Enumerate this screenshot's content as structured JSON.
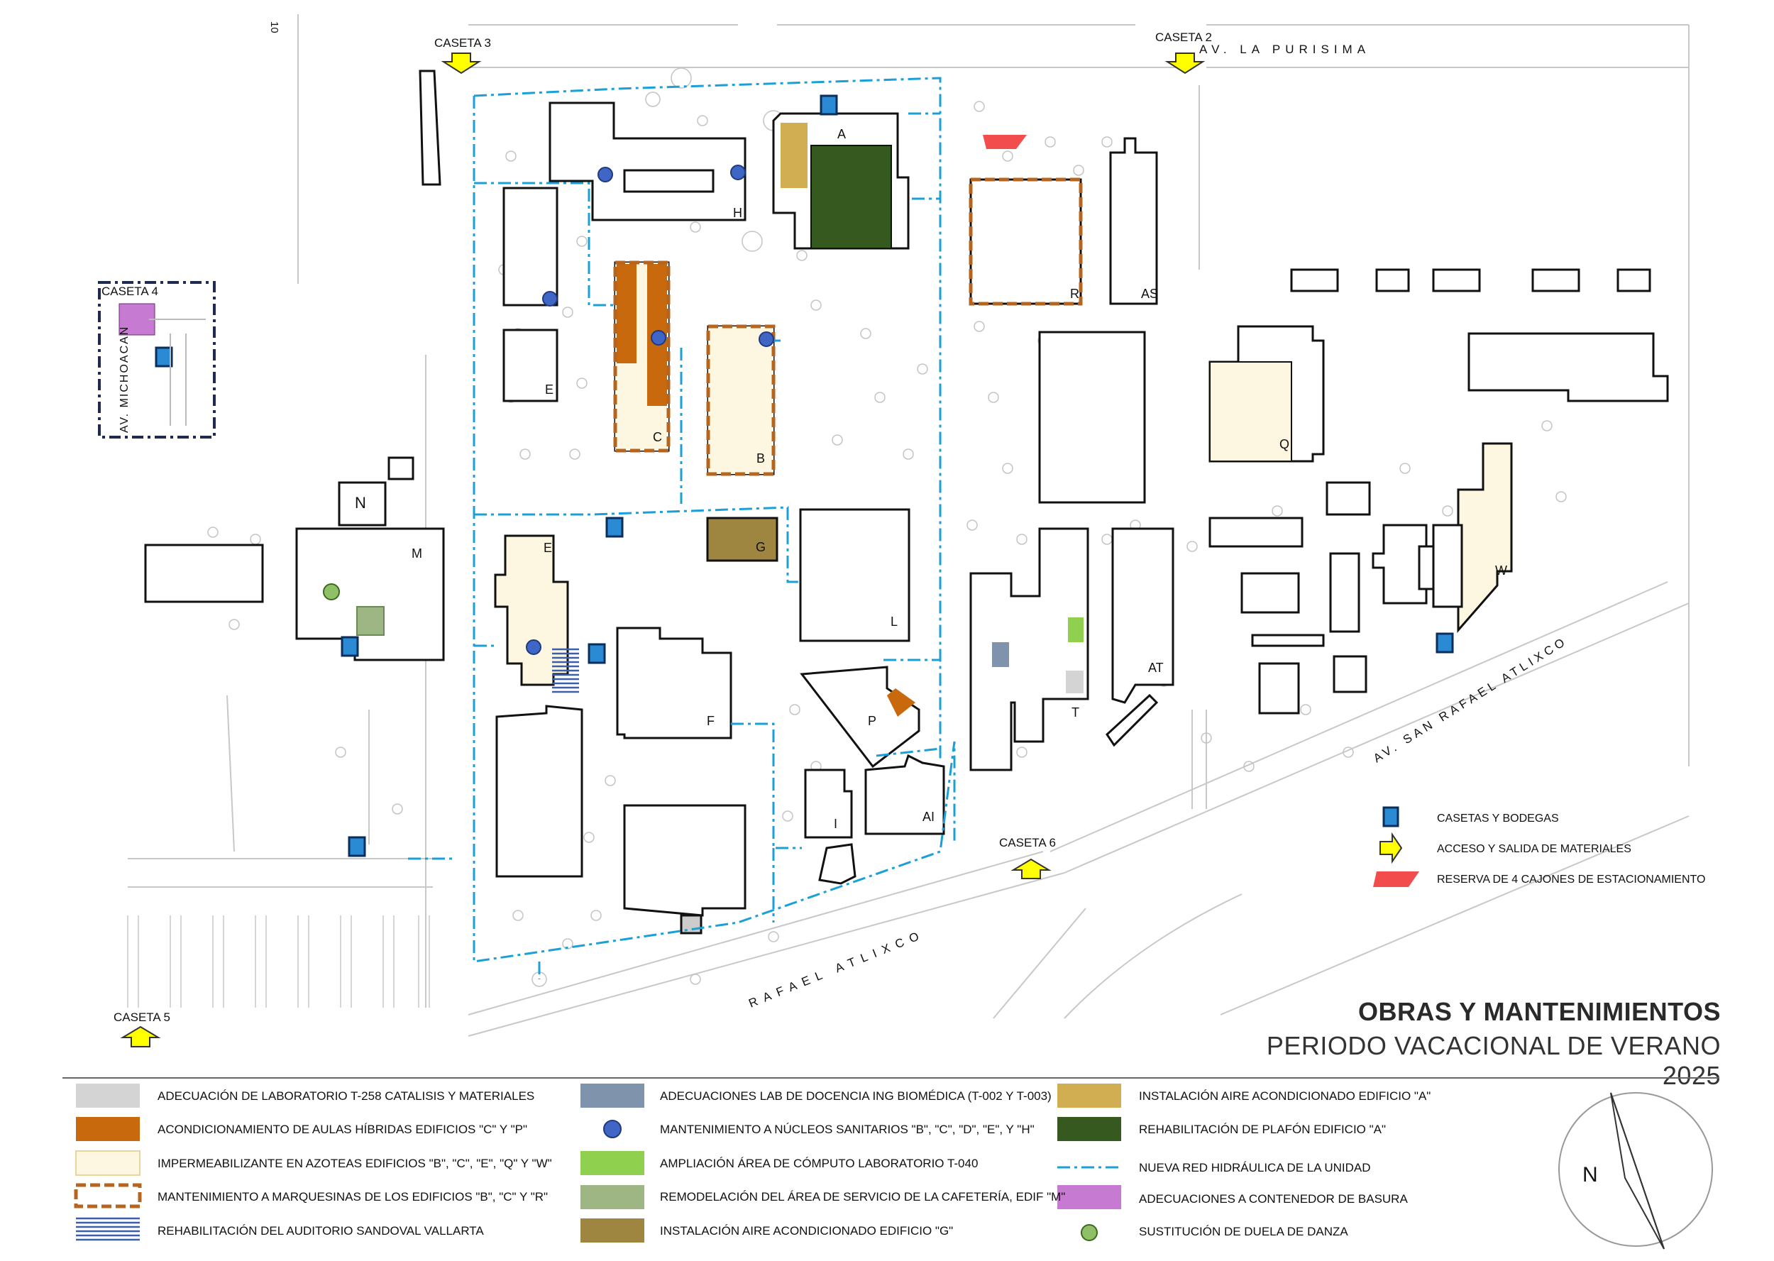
{
  "title": {
    "line1": "OBRAS Y MANTENIMIENTOS",
    "line2": "PERIODO VACACIONAL DE VERANO 2025"
  },
  "colors": {
    "building_outline": "#111111",
    "water_network": "#1aa0d6",
    "lab_t258": "#d4d4d4",
    "hybrid_classrooms": "#c8690e",
    "waterproofing": "#fdf6e0",
    "canopy_maintenance": "#b5651d",
    "auditorium": "#3b5fa8",
    "biomed_lab": "#8093ad",
    "sanitary": "#3f66c4",
    "computing_lab": "#8fd14f",
    "cafeteria": "#9db684",
    "ac_g": "#9e8540",
    "ac_a": "#d0ae51",
    "ceiling_a": "#36591f",
    "garbage": "#c67ad1",
    "dance_floor": "#8fc068",
    "storage": "#2b8ad4",
    "access_arrow": "#ffff00",
    "parking_reserve": "#f24c4c",
    "caseta4_border": "#1f2a4d"
  },
  "streets": {
    "purisima": "AV. LA PURISIMA",
    "san_rafael": "AV. SAN RAFAEL ATLIXCO",
    "rafael_atlixco": "RAFAEL ATLIXCO",
    "michoacan": "AV. MICHOACAN",
    "number_10": "10"
  },
  "casetas": [
    {
      "id": "caseta-3",
      "label": "CASETA 3"
    },
    {
      "id": "caseta-2",
      "label": "CASETA 2"
    },
    {
      "id": "caseta-4",
      "label": "CASETA 4"
    },
    {
      "id": "caseta-5",
      "label": "CASETA 5"
    },
    {
      "id": "caseta-6",
      "label": "CASETA 6"
    }
  ],
  "buildings": {
    "A": "A",
    "H": "H",
    "R": "R",
    "AS": "AS",
    "C": "C",
    "B": "B",
    "E1": "E",
    "E2": "E",
    "Q": "Q",
    "N": "N",
    "M": "M",
    "G": "G",
    "L": "L",
    "W": "W",
    "F": "F",
    "P": "P",
    "T": "T",
    "AT": "AT",
    "I": "I",
    "AI": "AI"
  },
  "map_key": [
    {
      "icon": "storage",
      "label": "CASETAS Y BODEGAS"
    },
    {
      "icon": "access-arrow",
      "label": "ACCESO Y SALIDA DE MATERIALES"
    },
    {
      "icon": "parking-reserve",
      "label": "RESERVA DE  4 CAJONES DE ESTACIONAMIENTO"
    }
  ],
  "north": "N",
  "legend": {
    "col1": [
      {
        "label": "ADECUACIÓN DE LABORATORIO T-258 CATALISIS Y MATERIALES"
      },
      {
        "label": "ACONDICIONAMIENTO DE AULAS HÍBRIDAS EDIFICIOS \"C\" Y \"P\""
      },
      {
        "label": "IMPERMEABILIZANTE EN AZOTEAS EDIFICIOS  \"B\", \"C\", \"E\", \"Q\" Y \"W\""
      },
      {
        "label": "MANTENIMIENTO A MARQUESINAS DE LOS EDIFICIOS  \"B\", \"C\" Y \"R\""
      },
      {
        "label": "REHABILITACIÓN DEL AUDITORIO SANDOVAL VALLARTA"
      }
    ],
    "col2": [
      {
        "label": "ADECUACIONES LAB DE DOCENCIA ING BIOMÉDICA (T-002 Y T-003)"
      },
      {
        "label": "MANTENIMIENTO A NÚCLEOS SANITARIOS \"B\", \"C\", \"D\", \"E\", Y \"H\""
      },
      {
        "label": "AMPLIACIÓN ÁREA DE CÓMPUTO LABORATORIO T-040"
      },
      {
        "label": "REMODELACIÓN DEL ÁREA DE SERVICIO DE LA CAFETERÍA, EDIF \"M\""
      },
      {
        "label": "INSTALACIÓN AIRE ACONDICIONADO EDIFICIO \"G\""
      }
    ],
    "col3": [
      {
        "label": "INSTALACIÓN AIRE ACONDICIONADO EDIFICIO \"A\""
      },
      {
        "label": "REHABILITACIÓN DE PLAFÓN EDIFICIO \"A\""
      },
      {
        "label": "NUEVA RED HIDRÁULICA DE LA UNIDAD"
      },
      {
        "label": "ADECUACIONES A CONTENEDOR DE BASURA"
      },
      {
        "label": "SUSTITUCIÓN DE DUELA DE DANZA"
      }
    ]
  }
}
